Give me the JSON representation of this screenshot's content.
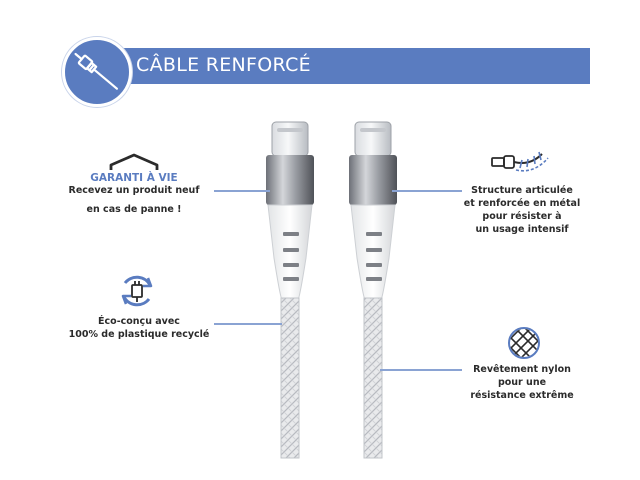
{
  "banner": {
    "title": "CÂBLE RENFORCÉ"
  },
  "features": {
    "warranty": {
      "title": "GARANTI À VIE",
      "line1": "Recevez un produit neuf",
      "line2": "en cas de panne !"
    },
    "eco": {
      "line1": "Éco-conçu avec",
      "line2": "100% de plastique recyclé"
    },
    "structure": {
      "line1": "Structure articulée",
      "line2": "et renforcée en métal",
      "line3": "pour résister à",
      "line4": "un usage intensif"
    },
    "nylon": {
      "line1": "Revêtement nylon",
      "line2": "pour une",
      "line3": "résistance extrême"
    }
  },
  "icons": {
    "banner": "cable-icon",
    "warranty": "shield-check-icon",
    "eco": "recycle-plug-icon",
    "structure": "articulated-cable-icon",
    "nylon": "braided-mesh-icon"
  },
  "colors": {
    "accent": "#5a7cc0",
    "text": "#2b2b2b",
    "connector": "#8aa3d3"
  }
}
